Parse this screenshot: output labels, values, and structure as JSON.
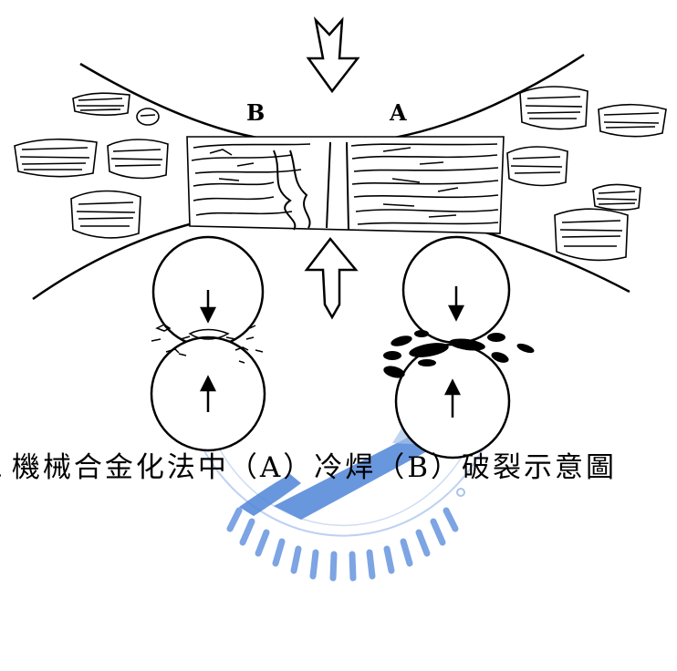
{
  "figure": {
    "label_a": "A",
    "label_b": "B",
    "caption": "機械合金化法中（A）冷焊（B）破裂示意圖",
    "caption_prefix": ".",
    "colors": {
      "ink": "#000000",
      "watermark": "#9db8e8",
      "watermark_logo": "#2f6fd0"
    },
    "watermark_icon": "university-seal-watermark"
  }
}
